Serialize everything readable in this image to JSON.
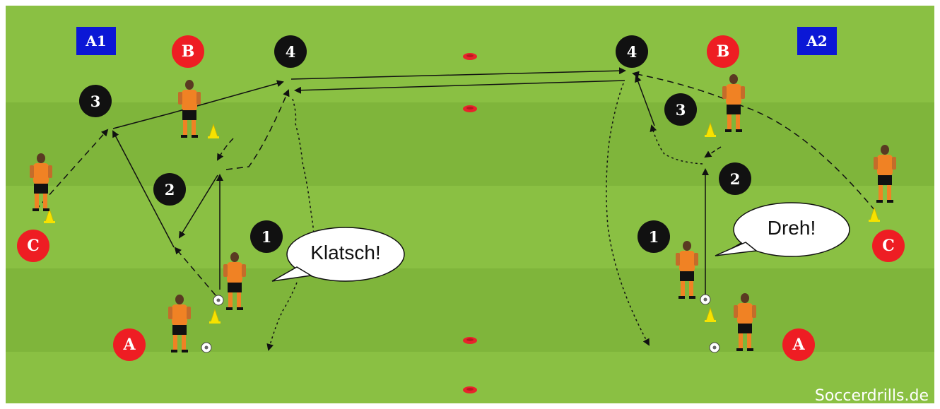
{
  "colors": {
    "grass_light": "#8ac043",
    "grass_dark": "#7fb53b",
    "station_box": "#0b17d6",
    "role_circle": "#ee1d23",
    "step_circle": "#111111",
    "player_shirt": "#f08224",
    "cone": "#f6e200",
    "marker": "#e8242b"
  },
  "stations": [
    {
      "label": "A1"
    },
    {
      "label": "A2"
    }
  ],
  "roles": {
    "left": {
      "a": "A",
      "b": "B",
      "c": "C"
    },
    "right": {
      "a": "A",
      "b": "B",
      "c": "C"
    }
  },
  "steps": {
    "left": [
      "1",
      "2",
      "3",
      "4"
    ],
    "right": [
      "1",
      "2",
      "3",
      "4"
    ]
  },
  "callouts": {
    "left": "Klatsch!",
    "right": "Dreh!"
  },
  "watermark": "Soccerdrills.de",
  "icons": [
    "player-icon",
    "soccer-ball-icon",
    "cone-icon",
    "marker-disc-icon"
  ]
}
